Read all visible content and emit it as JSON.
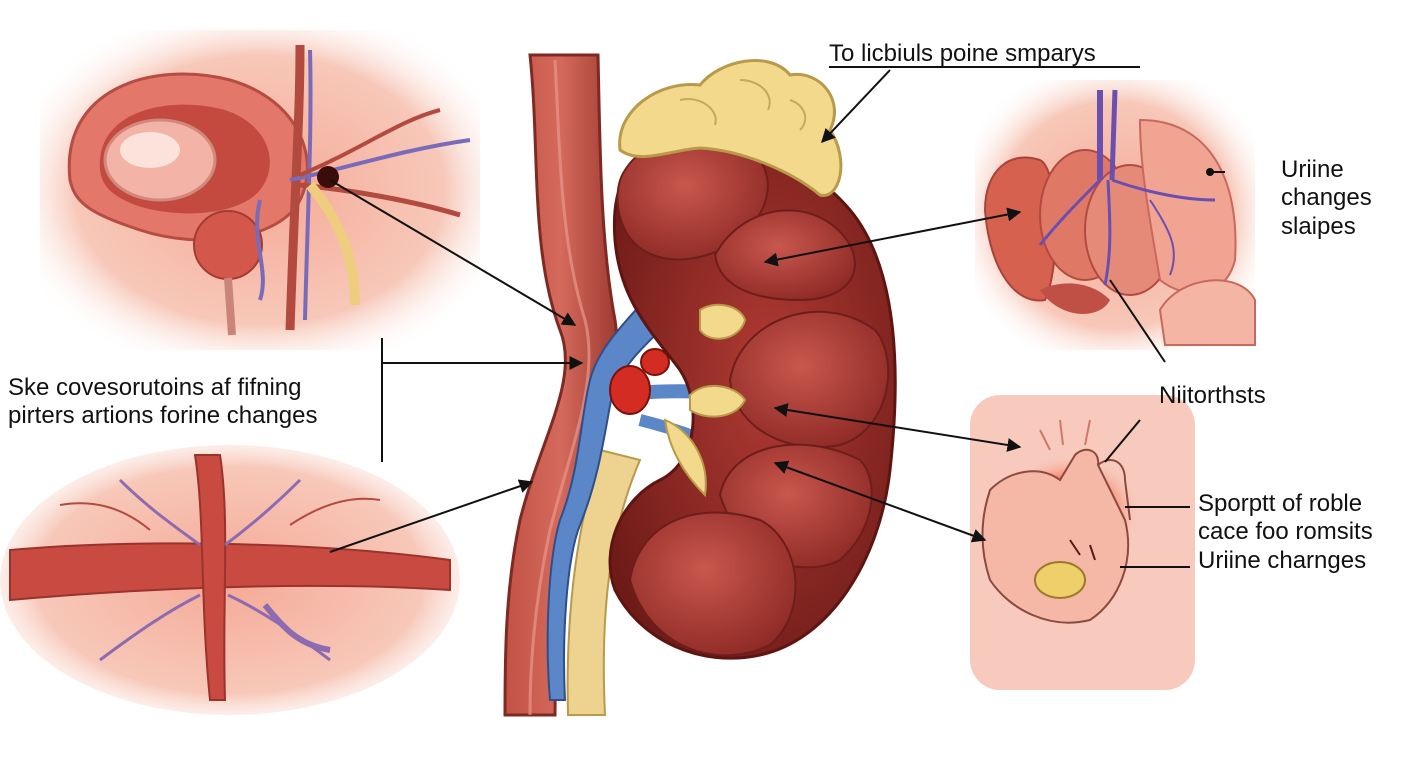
{
  "labels": {
    "top": "To licbiuls poine smparys",
    "left": {
      "line1": "Ske covesorutoins af fifning",
      "line2": "pirters artions forine changes"
    },
    "right_top": {
      "line1": "Uriine",
      "line2": "changes",
      "line3": "slaipes"
    },
    "middle_right": "Niitorthsts",
    "right_bottom": {
      "line1": "Sporptt of roble",
      "line2": "cace foo romsits",
      "line3": "Uriine charnges"
    }
  },
  "colors": {
    "kidney": "#a8322e",
    "kidney_dark": "#7a1f1c",
    "lobe": "#b8413a",
    "aorta": "#b94a3e",
    "vein": "#5b86c8",
    "ureter": "#ecd08a",
    "fat": "#f2d98c",
    "panel_bg": "#f4b7a4",
    "line": "#111111"
  }
}
